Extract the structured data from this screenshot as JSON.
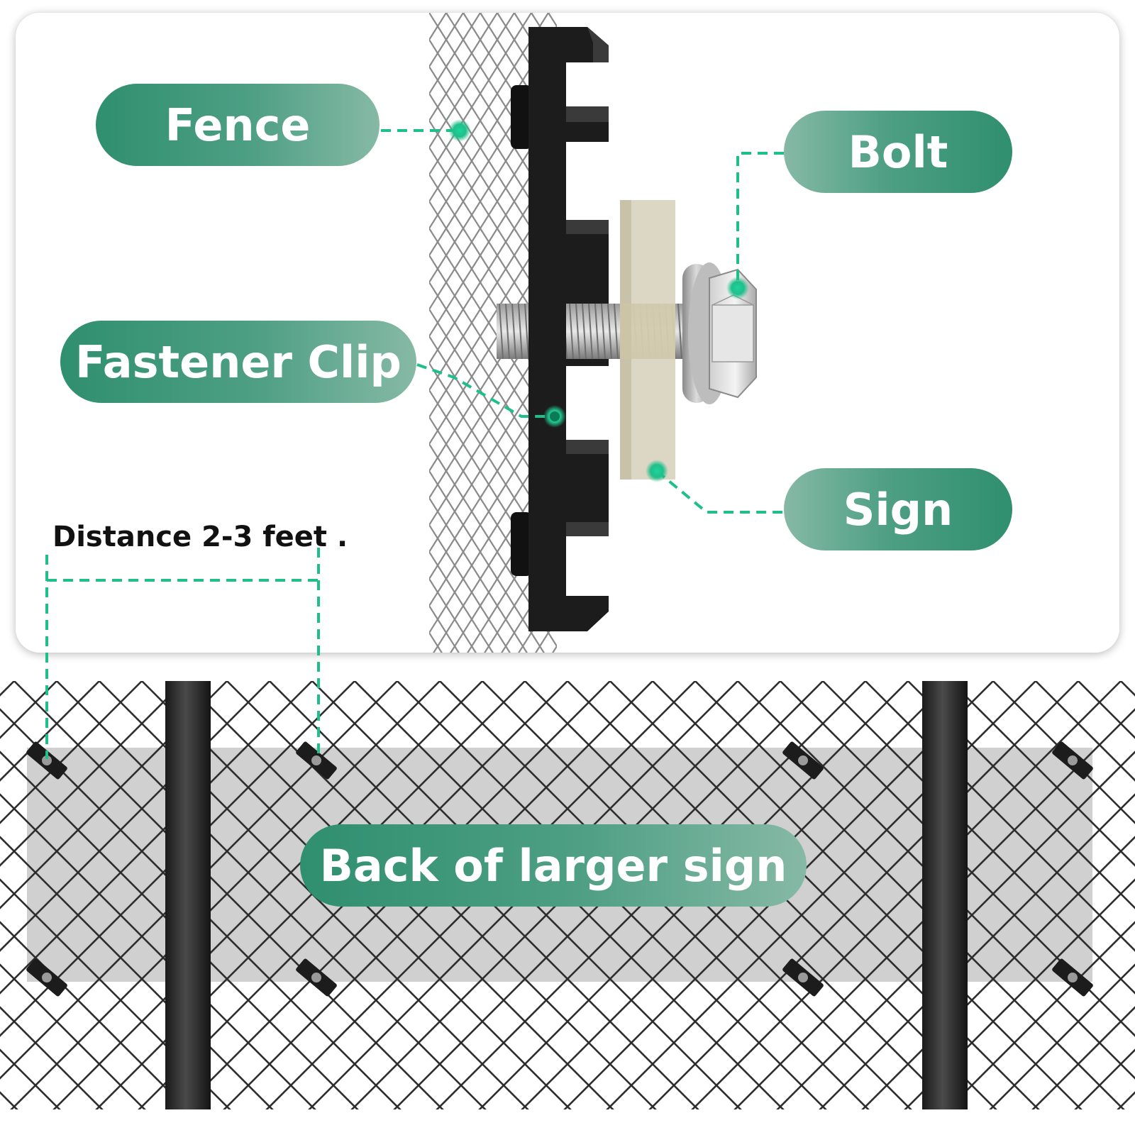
{
  "labels": {
    "fence": "Fence",
    "fastener_clip": "Fastener Clip",
    "bolt": "Bolt",
    "sign": "Sign",
    "distance": "Distance 2-3 feet .",
    "back_of_sign": "Back of larger sign"
  },
  "colors": {
    "accent_green": "#2f8f6f",
    "callout_dash": "#1fbf8a",
    "clip_black": "#1c1c1c",
    "sign_beige": "#d9d3bf",
    "fence_wire": "#333333",
    "sign_back_gray": "#d0d0d0"
  }
}
